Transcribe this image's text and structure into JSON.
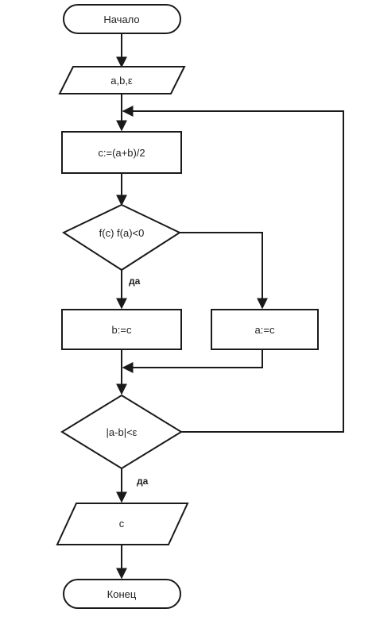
{
  "flowchart": {
    "start": "Начало",
    "input": "a,b,ε",
    "midpoint": "c:=(a+b)/2",
    "condition_sign": "f(c) f(a)<0",
    "assign_b": "b:=c",
    "assign_a": "a:=c",
    "condition_precision": "|a-b|<ε",
    "output": "c",
    "end": "Конец",
    "yes_label_1": "да",
    "yes_label_2": "да"
  }
}
